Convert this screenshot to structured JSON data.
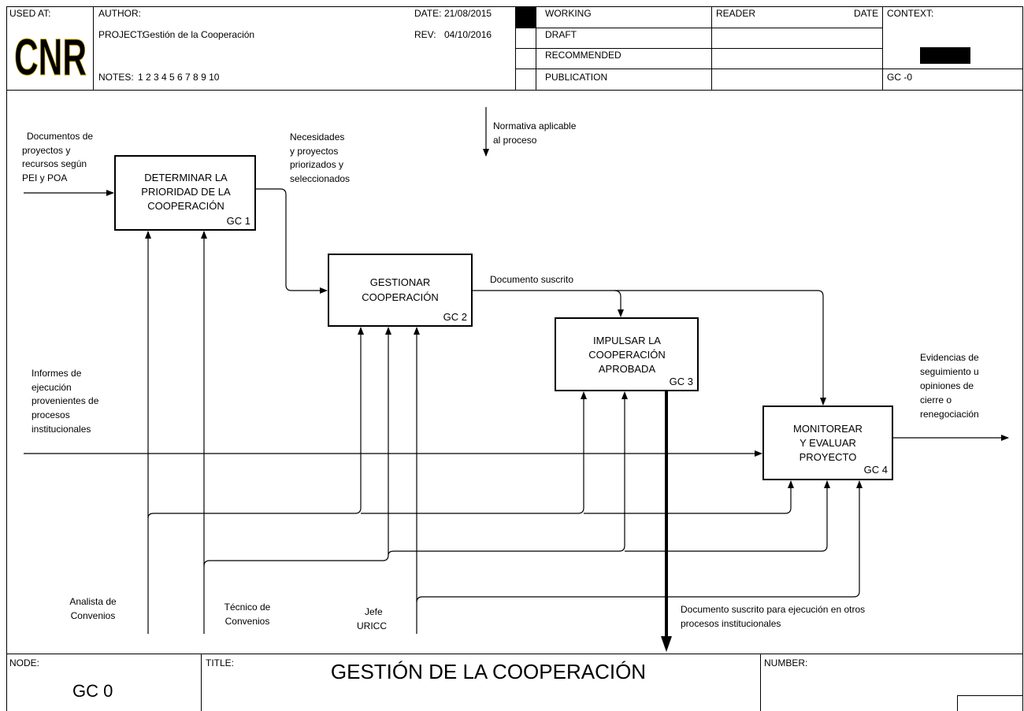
{
  "header": {
    "used_at_label": "USED AT:",
    "logo_text": "CNR",
    "author_label": "AUTHOR:",
    "project_label": "PROJECT:",
    "project": "Gestión de la Cooperación",
    "notes_label": "NOTES:",
    "notes": "1 2 3 4 5 6 7 8 9 10",
    "date_label": "DATE:",
    "date": "21/08/2015",
    "rev_label": "REV:",
    "rev": "04/10/2016",
    "status": [
      "WORKING",
      "DRAFT",
      "RECOMMENDED",
      "PUBLICATION"
    ],
    "reader_label": "READER",
    "reader_date_label": "DATE",
    "context_label": "CONTEXT:",
    "context_node": "GC -0"
  },
  "activities": [
    {
      "title_lines": [
        "DETERMINAR LA",
        "PRIORIDAD DE LA",
        "COOPERACIÓN"
      ],
      "id": "GC 1"
    },
    {
      "title_lines": [
        "GESTIONAR",
        "COOPERACIÓN"
      ],
      "id": "GC 2"
    },
    {
      "title_lines": [
        "IMPULSAR LA",
        "COOPERACIÓN",
        "APROBADA"
      ],
      "id": "GC 3"
    },
    {
      "title_lines": [
        "MONITOREAR",
        "Y EVALUAR",
        "PROYECTO"
      ],
      "id": "GC 4"
    }
  ],
  "arrow_labels": {
    "input_docs": [
      "Documentos de",
      "proyectos y",
      "recursos según",
      "PEI y POA"
    ],
    "prioritized": [
      "Necesidades",
      "y proyectos",
      "priorizados y",
      "seleccionados"
    ],
    "control_norm": [
      "Normativa aplicable",
      "al proceso"
    ],
    "signed_doc": "Documento suscrito",
    "reports": [
      "Informes de",
      "ejecución",
      "provenientes de",
      "procesos",
      "institucionales"
    ],
    "evidence": [
      "Evidencias de",
      "seguimiento u",
      "opiniones de",
      "cierre o",
      "renegociación"
    ],
    "output_doc": [
      "Documento suscrito para ejecución en otros",
      "procesos institucionales"
    ]
  },
  "mechanisms": [
    [
      "Analista de",
      "Convenios"
    ],
    [
      "Técnico de",
      "Convenios"
    ],
    [
      "Jefe",
      "URICC"
    ]
  ],
  "footer": {
    "node_label": "NODE:",
    "node": "GC 0",
    "title_label": "TITLE:",
    "title": "GESTIÓN DE LA COOPERACIÓN",
    "number_label": "NUMBER:"
  },
  "colors": {
    "ink": "#000000",
    "logo_fill": "#f2e22a",
    "logo_stroke": "#c7a400",
    "paper": "#ffffff"
  }
}
